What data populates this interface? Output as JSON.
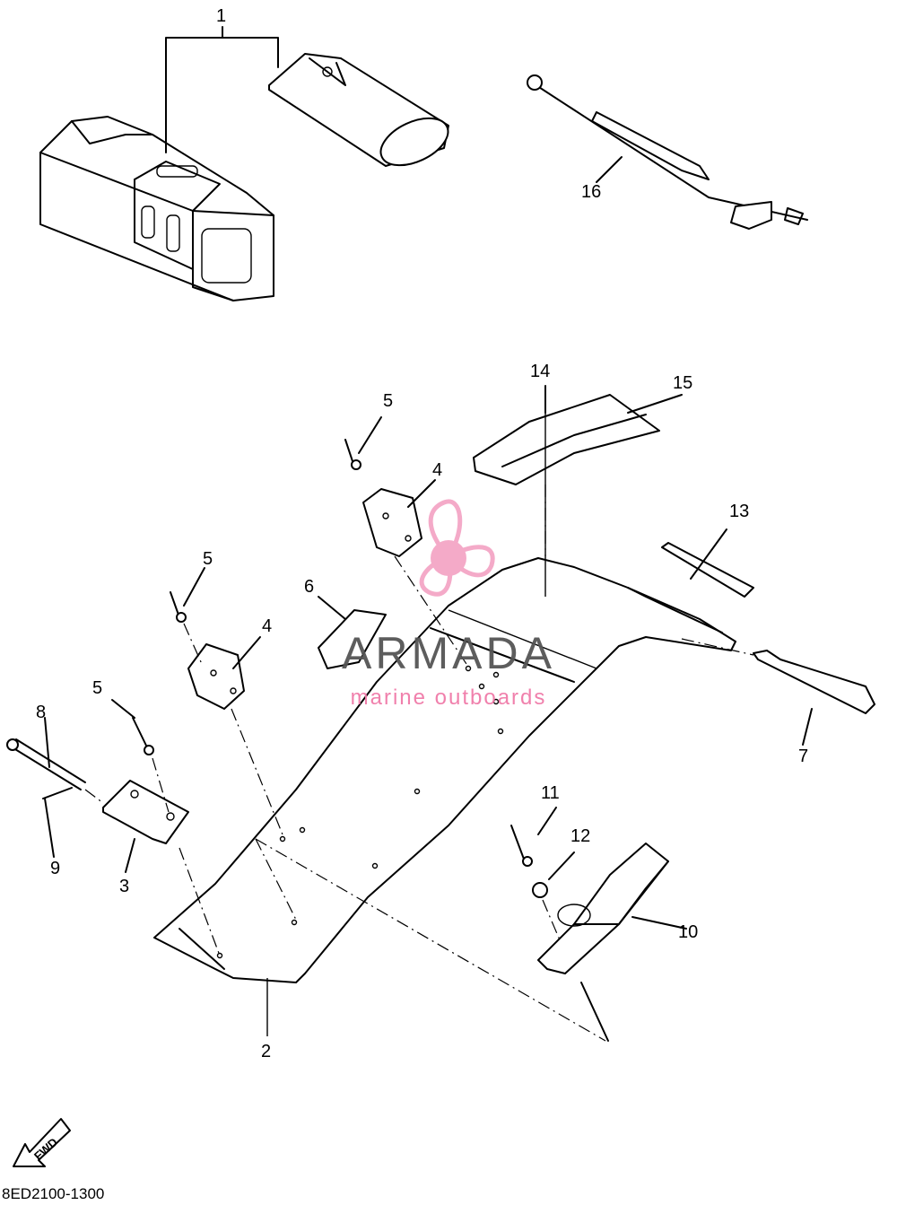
{
  "diagram": {
    "part_labels": {
      "p1": "1",
      "p2": "2",
      "p3": "3",
      "p4a": "4",
      "p4b": "4",
      "p5a": "5",
      "p5b": "5",
      "p5c": "5",
      "p6": "6",
      "p7": "7",
      "p8": "8",
      "p9": "9",
      "p10": "10",
      "p11": "11",
      "p12": "12",
      "p13": "13",
      "p14": "14",
      "p15": "15",
      "p16": "16"
    },
    "diagram_code": "8ED2100-1300",
    "fwd_label": "FWD"
  },
  "watermark": {
    "title": "ARMADA",
    "subtitle": "marine outboards",
    "colors": {
      "petal": "#f4a6c6",
      "hub": "#f4a6c6",
      "text": "#555555",
      "subtitle": "#f07aa8"
    }
  }
}
